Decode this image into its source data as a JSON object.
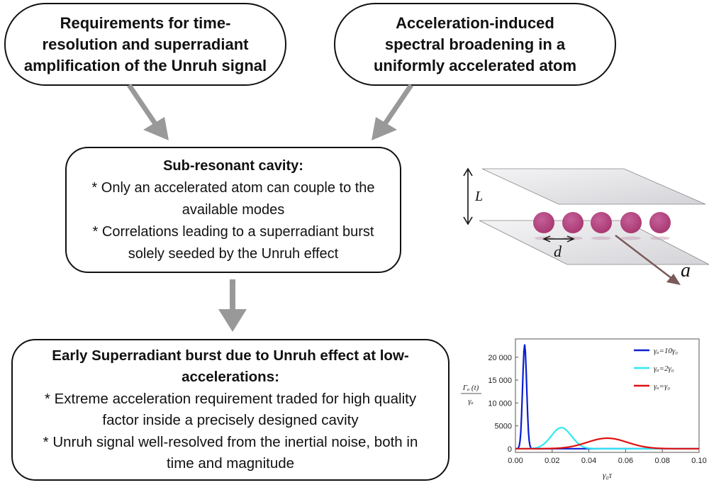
{
  "boxes": {
    "top_left": {
      "lines": [
        "Requirements for time-",
        "resolution and superradiant",
        "amplification of the Unruh signal"
      ]
    },
    "top_right": {
      "lines": [
        "Acceleration-induced",
        "spectral broadening in a",
        "uniformly accelerated atom"
      ]
    },
    "middle": {
      "title": "Sub-resonant cavity:",
      "lines": [
        "* Only an accelerated atom can couple to the",
        "available modes",
        "* Correlations leading to a superradiant burst",
        "solely seeded by the Unruh effect"
      ]
    },
    "bottom": {
      "title_lines": [
        "Early Superradiant burst due to Unruh effect at low-",
        "accelerations:"
      ],
      "lines": [
        "* Extreme acceleration requirement traded for high quality",
        "factor inside a precisely designed cavity",
        "* Unruh signal well-resolved from the inertial noise, both in",
        "time and magnitude"
      ]
    }
  },
  "cavity_figure": {
    "plate_separation_label": "L",
    "atom_spacing_label": "d",
    "acceleration_label": "a",
    "atom_count": 5,
    "atom_color": "#b03a7a",
    "plate_color": "#d9d9dc"
  },
  "chart_data": {
    "type": "line",
    "title": "",
    "xlabel": "γ₀τ",
    "ylabel_num": "Γₐ (t)",
    "ylabel_den": "γₐ",
    "xlim": [
      0,
      0.1
    ],
    "ylim": [
      -800,
      24000
    ],
    "x_ticks": [
      0.0,
      0.02,
      0.04,
      0.06,
      0.08,
      0.1
    ],
    "x_tick_labels": [
      "0.00",
      "0.02",
      "0.04",
      "0.06",
      "0.08",
      "0.10"
    ],
    "y_ticks": [
      0,
      5000,
      10000,
      15000,
      20000
    ],
    "y_tick_labels": [
      "0",
      "5000",
      "10 000",
      "15 000",
      "20 000"
    ],
    "legend_position": "top-right",
    "grid": false,
    "series": [
      {
        "name": "γₐ=10γ₀",
        "color": "#0a1ecf",
        "peak_x": 0.005,
        "peak_y": 22800,
        "width": 0.0011
      },
      {
        "name": "γₐ=2γ₀",
        "color": "#2ee8f2",
        "peak_x": 0.025,
        "peak_y": 4600,
        "width": 0.0055
      },
      {
        "name": "γₐ=γ₀",
        "color": "#e01010",
        "peak_x": 0.05,
        "peak_y": 2300,
        "width": 0.011
      }
    ]
  }
}
